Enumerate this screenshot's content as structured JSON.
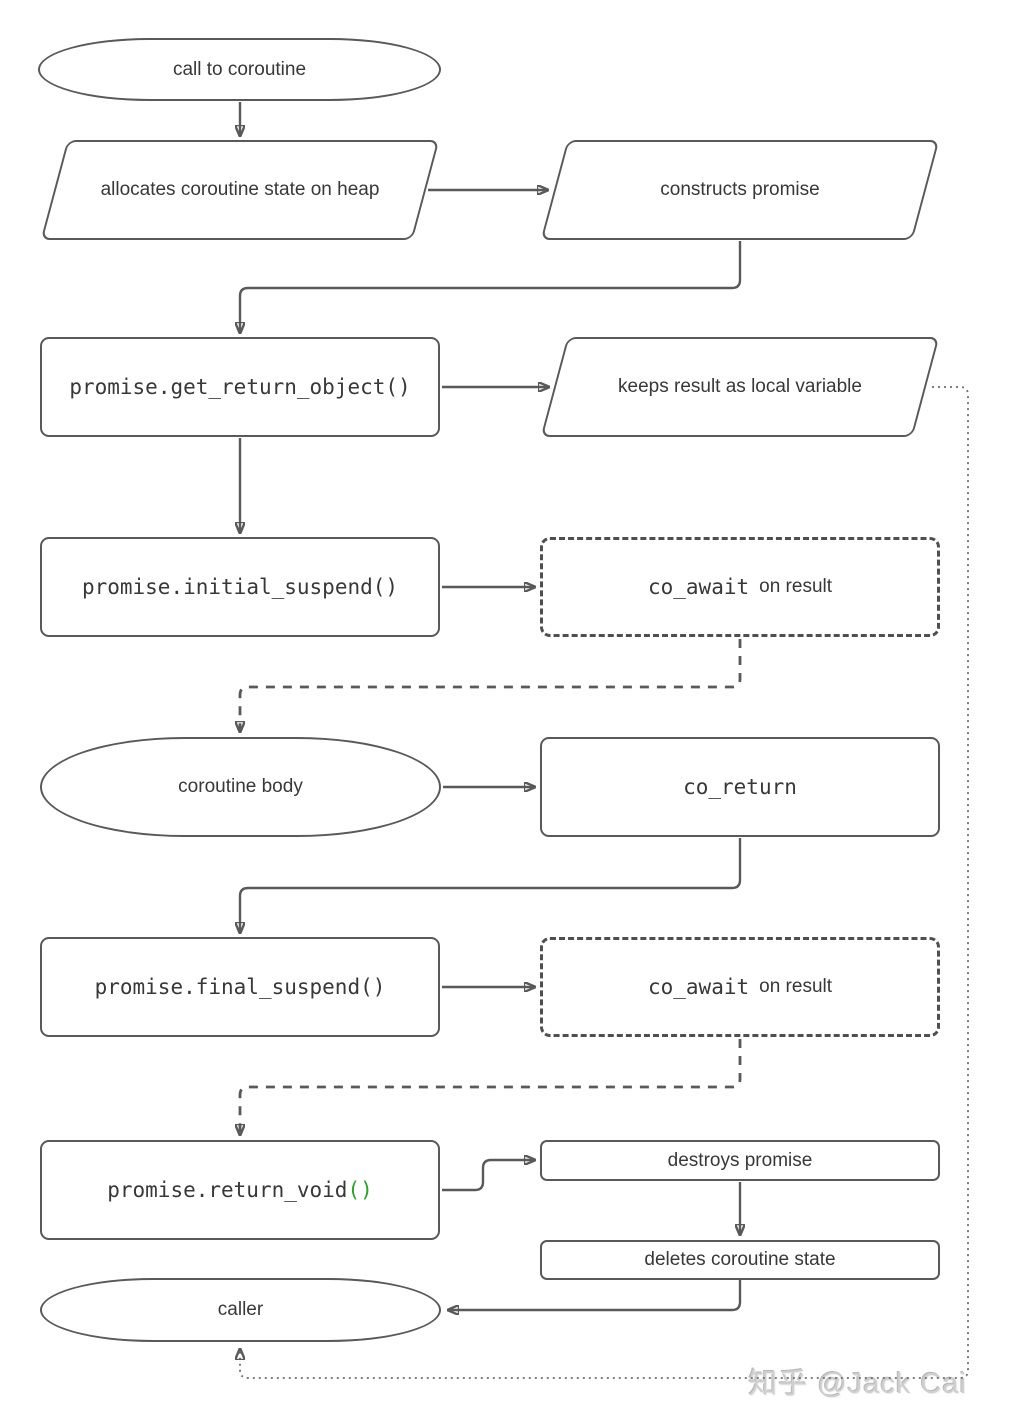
{
  "colors": {
    "stroke": "#595959",
    "text": "#383838",
    "green": "#2aa22a",
    "watermark": "#cfcfcf"
  },
  "diagram": {
    "nodes": {
      "call_to_coroutine": {
        "label": "call to coroutine",
        "shape": "terminator"
      },
      "allocates_state": {
        "label": "allocates coroutine state on heap",
        "shape": "parallelogram"
      },
      "constructs_promise": {
        "label": "constructs promise",
        "shape": "parallelogram"
      },
      "get_return_object": {
        "label": "promise.get_return_object()",
        "shape": "process"
      },
      "keeps_result": {
        "label": "keeps result as local variable",
        "shape": "parallelogram"
      },
      "initial_suspend": {
        "label": "promise.initial_suspend()",
        "shape": "process"
      },
      "co_await_initial": {
        "code": "co_await",
        "text": "on result",
        "shape": "dashed-process"
      },
      "coroutine_body": {
        "label": "coroutine body",
        "shape": "terminator"
      },
      "co_return": {
        "label": "co_return",
        "shape": "process"
      },
      "final_suspend": {
        "label": "promise.final_suspend()",
        "shape": "process"
      },
      "co_await_final": {
        "code": "co_await",
        "text": "on result",
        "shape": "dashed-process"
      },
      "return_void": {
        "code": "promise.return_void",
        "paren": "()",
        "shape": "process"
      },
      "destroys_promise": {
        "label": "destroys promise",
        "shape": "process"
      },
      "deletes_state": {
        "label": "deletes coroutine state",
        "shape": "process"
      },
      "caller": {
        "label": "caller",
        "shape": "terminator"
      }
    }
  },
  "watermark": {
    "text": "知乎 @Jack Cai"
  }
}
